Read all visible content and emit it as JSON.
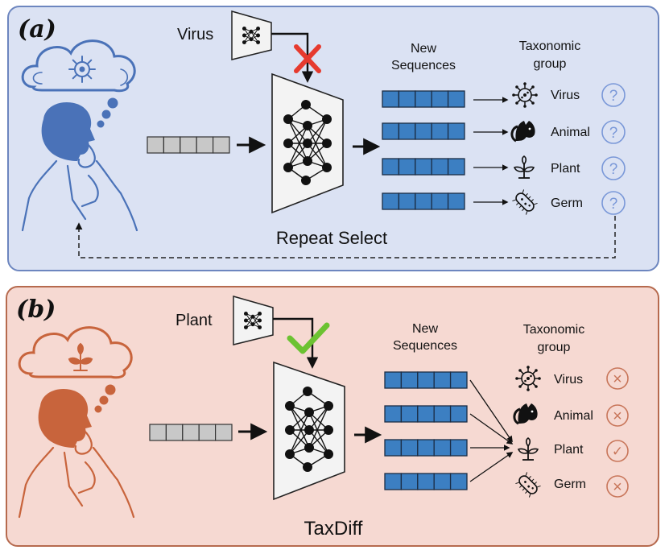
{
  "panel_a": {
    "tag": "(a)",
    "model_input": "Virus",
    "sequences_header": [
      "New",
      "Sequences"
    ],
    "taxonomic_header": [
      "Taxonomic",
      "group"
    ],
    "groups": [
      {
        "label": "Virus",
        "status": "?"
      },
      {
        "label": "Animal",
        "status": "?"
      },
      {
        "label": "Plant",
        "status": "?"
      },
      {
        "label": "Germ",
        "status": "?"
      }
    ],
    "caption": "Repeat Select"
  },
  "panel_b": {
    "tag": "(b)",
    "model_input": "Plant",
    "sequences_header": [
      "New",
      "Sequences"
    ],
    "taxonomic_header": [
      "Taxonomic",
      "group"
    ],
    "groups": [
      {
        "label": "Virus",
        "status": "×"
      },
      {
        "label": "Animal",
        "status": "×"
      },
      {
        "label": "Plant",
        "status": "✓"
      },
      {
        "label": "Germ",
        "status": "×"
      }
    ],
    "caption": "TaxDiff"
  },
  "colors": {
    "panel_a_bg": "#dbe2f3",
    "panel_a_border": "#6d86bf",
    "panel_b_bg": "#f6d9d2",
    "panel_b_border": "#b66a4e",
    "sequence_cell": "#3c7fc2",
    "input_cell": "#c8c8c8",
    "person_a": "#4a72b8",
    "person_b": "#c8643c",
    "reject_mark": "#e63a2e",
    "accept_mark": "#6cc232",
    "status_a": "#7a98d8",
    "status_b": "#c8765a"
  }
}
